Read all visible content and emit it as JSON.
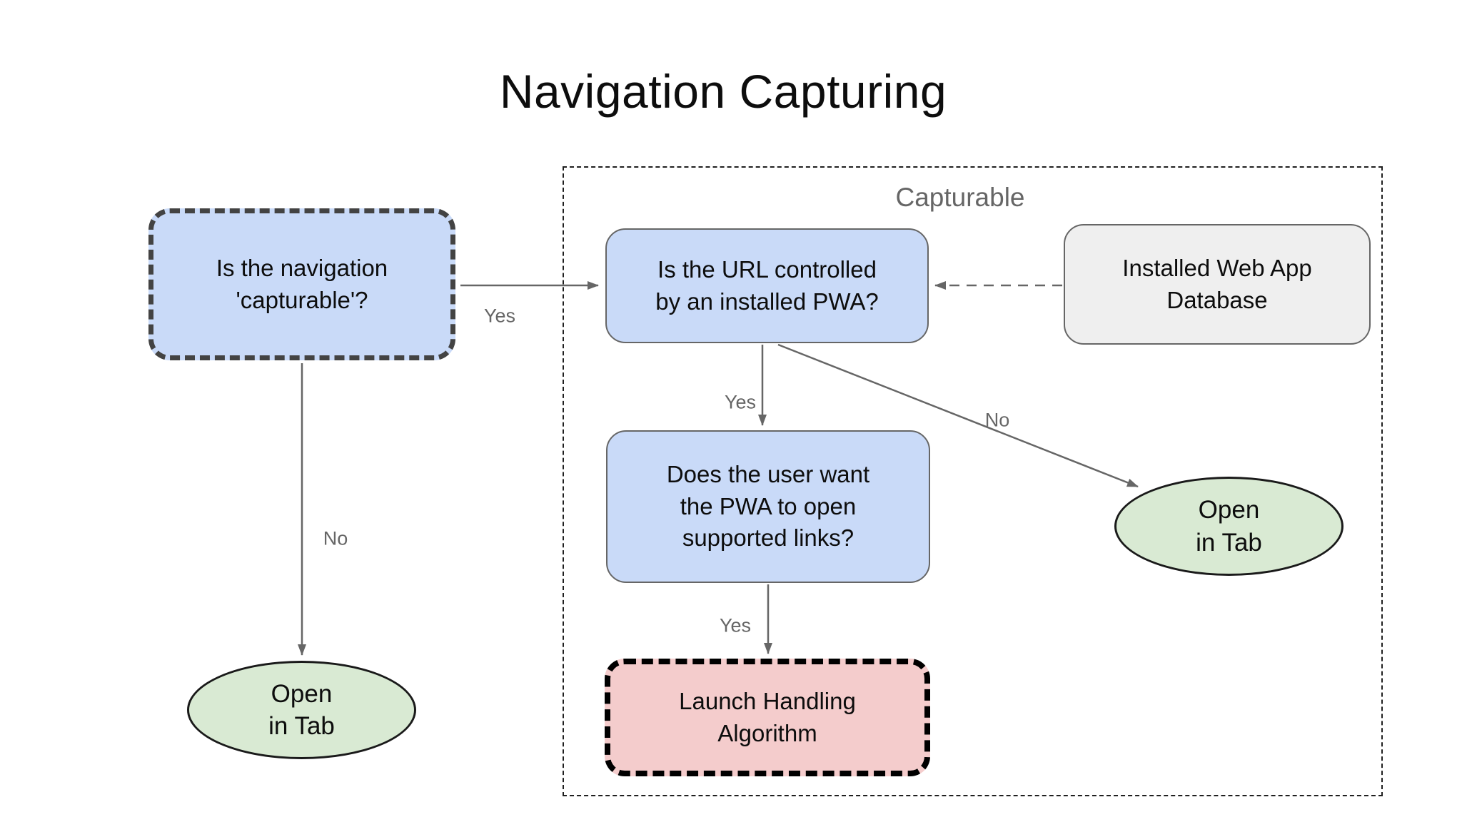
{
  "title": "Navigation Capturing",
  "group": {
    "label": "Capturable"
  },
  "nodes": {
    "is_capturable": {
      "text": "Is the navigation\n'capturable'?"
    },
    "url_controlled": {
      "text": "Is the URL controlled\nby an installed PWA?"
    },
    "installed_db": {
      "text": "Installed Web App\nDatabase"
    },
    "user_wants": {
      "text": "Does the user want\nthe PWA to open\nsupported links?"
    },
    "launch_handling": {
      "text": "Launch Handling\nAlgorithm"
    },
    "open_in_tab_left": {
      "text": "Open\nin Tab"
    },
    "open_in_tab_right": {
      "text": "Open\nin Tab"
    }
  },
  "edge_labels": {
    "capturable_yes": "Yes",
    "capturable_no": "No",
    "url_yes": "Yes",
    "url_no": "No",
    "user_yes": "Yes"
  },
  "colors": {
    "node_blue": "#c9daf8",
    "node_gray": "#efefef",
    "node_pink": "#f4cccc",
    "node_green": "#d9ead3",
    "edge_gray": "#666666",
    "dash_dark": "#434343",
    "dash_black": "#000000",
    "label_gray": "#666666"
  }
}
